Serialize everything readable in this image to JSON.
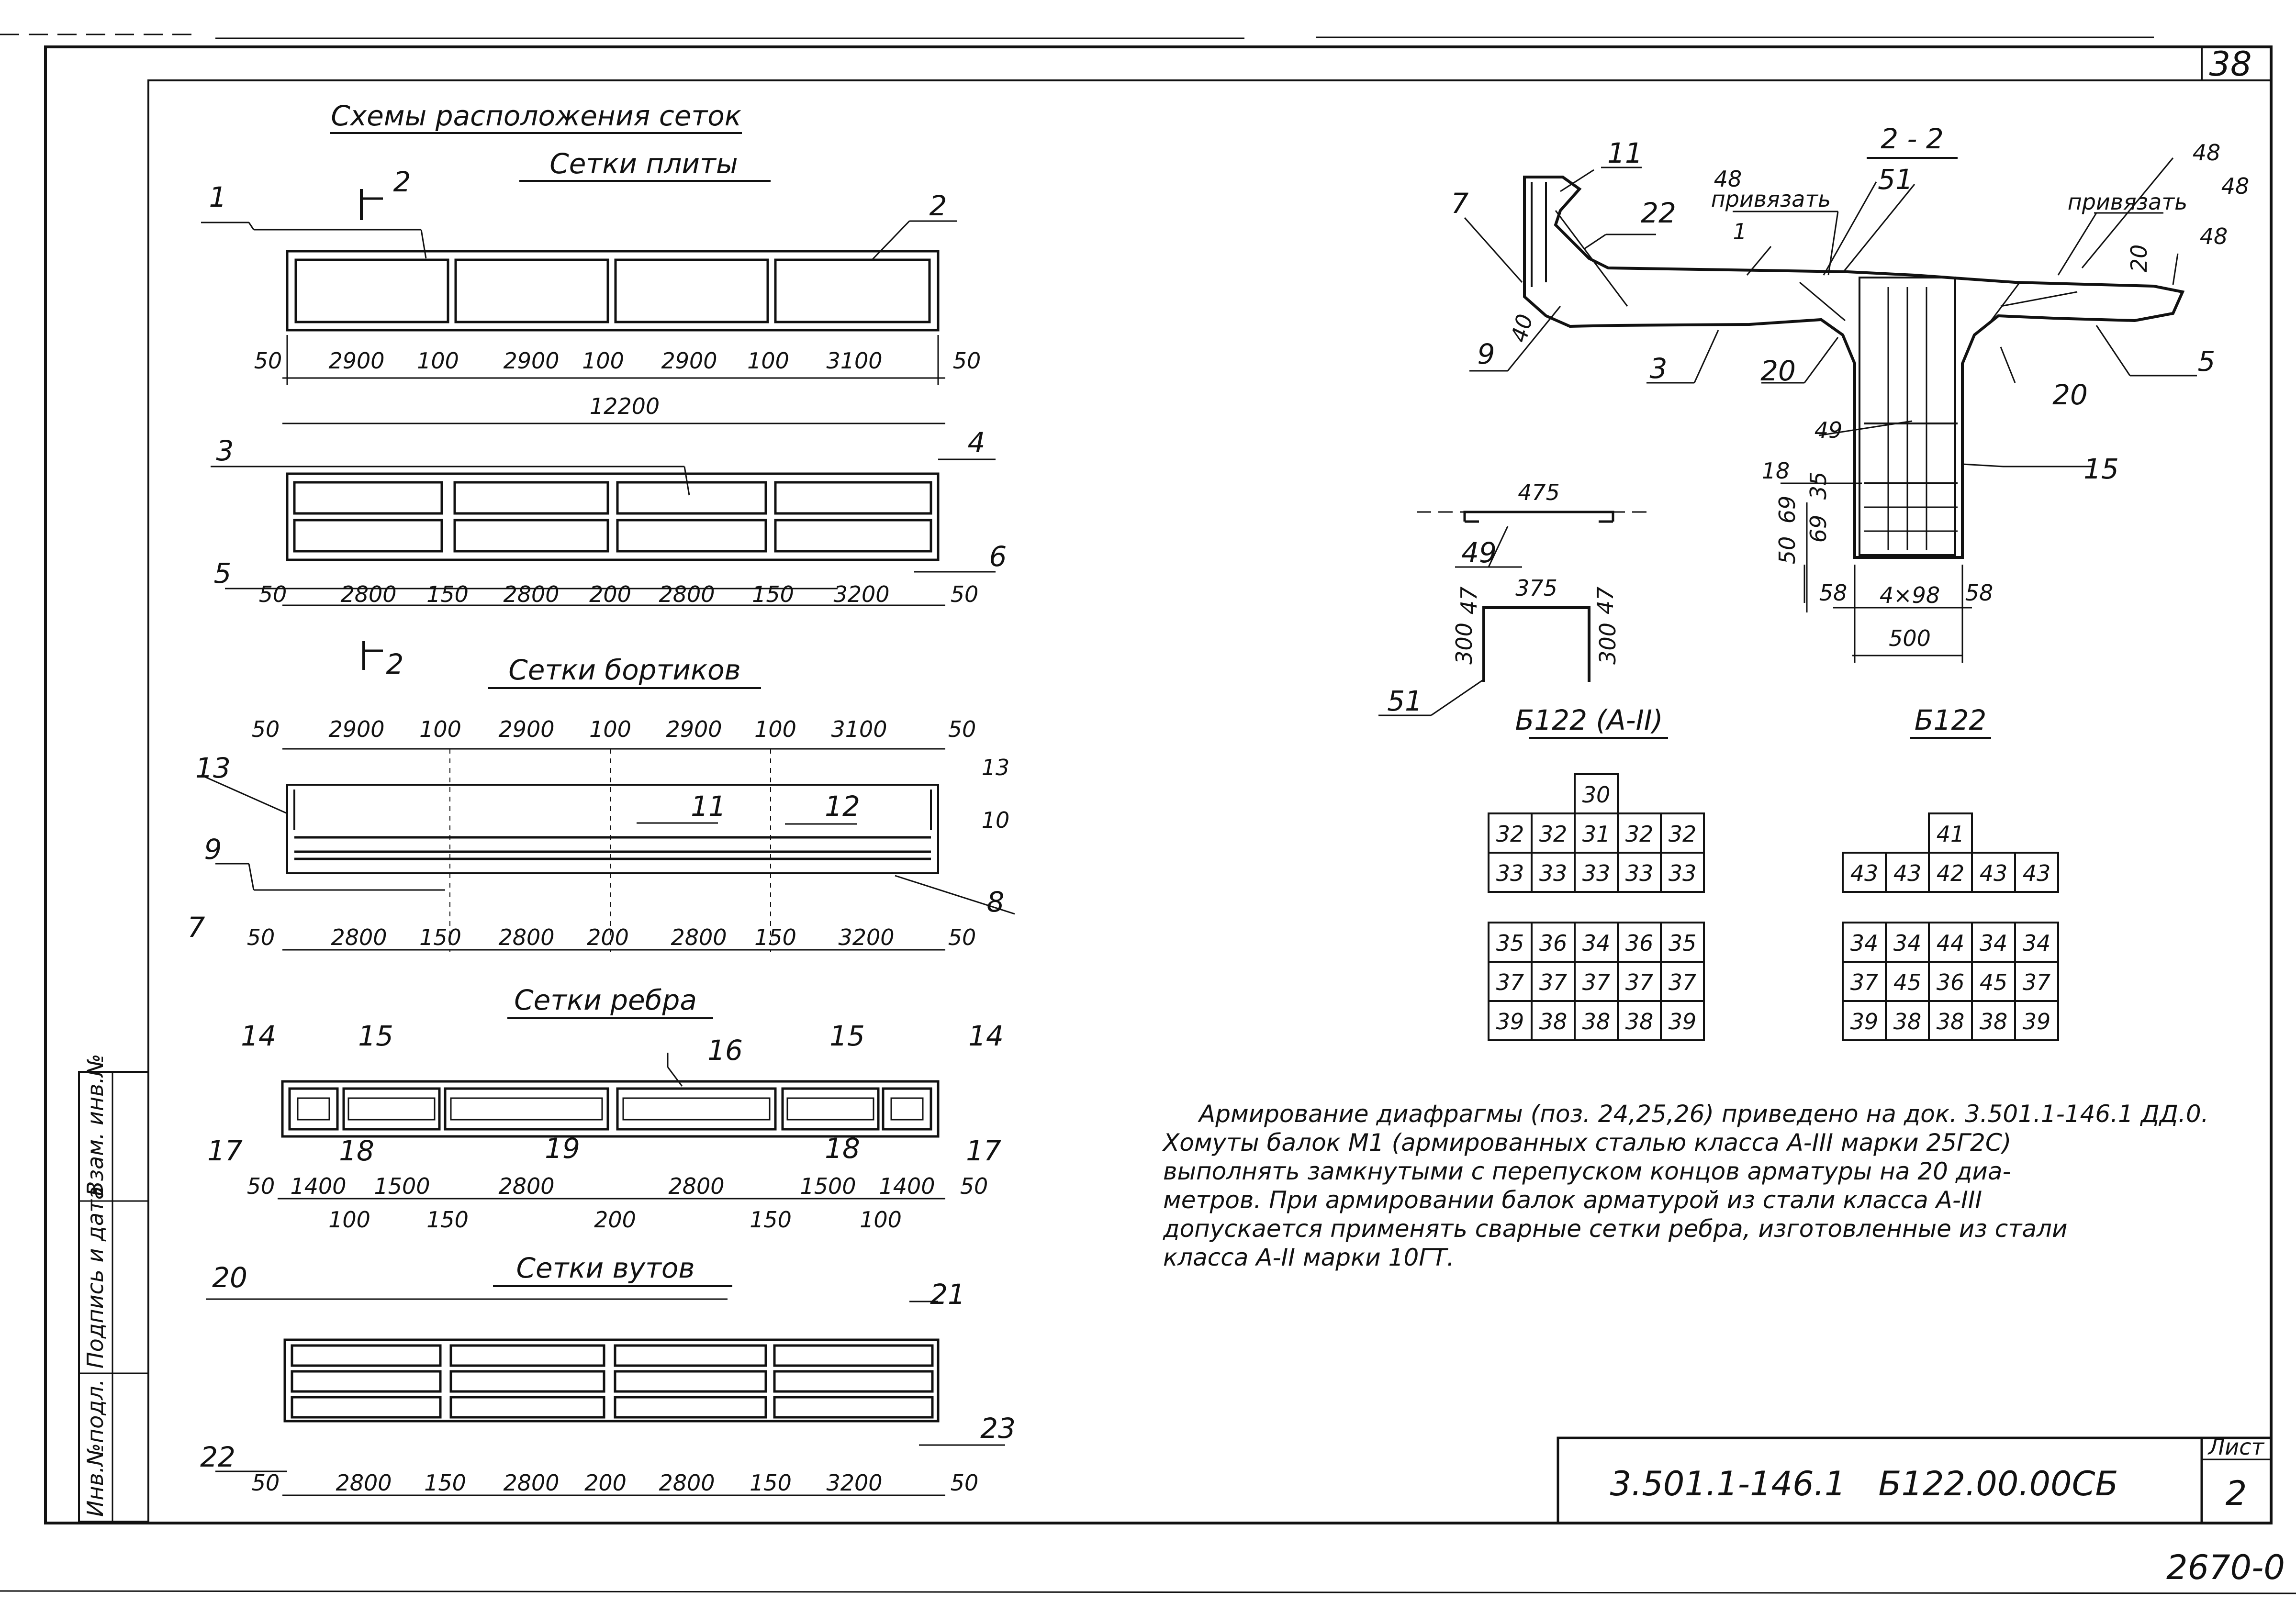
{
  "sheet_number": "38",
  "title_block": {
    "code": "3.501.1-146.1",
    "mark": "Б122.00.00СБ",
    "sheet_label": "Лист",
    "sheet_value": "2"
  },
  "bottom_number": "2670-0",
  "side_stamp": [
    "Инв.№подл.",
    "Подпись и дата",
    "Взам. инв.№"
  ],
  "headings": {
    "main": "Схемы расположения сеток",
    "plate": "Сетки плиты",
    "borders": "Сетки бортиков",
    "rib": "Сетки ребра",
    "haunch": "Сетки вутов"
  },
  "plate_top": {
    "callouts": [
      "1",
      "2"
    ],
    "section_mark": "2",
    "dims": [
      "50",
      "2900",
      "100",
      "2900",
      "100",
      "2900",
      "100",
      "3100",
      "50"
    ],
    "total": "12200"
  },
  "plate_bottom": {
    "callouts": [
      "3",
      "4",
      "5",
      "6"
    ],
    "dims": [
      "50",
      "2800",
      "150",
      "2800",
      "200",
      "2800",
      "150",
      "3200",
      "50"
    ]
  },
  "borders": {
    "callouts": [
      "13",
      "11",
      "12",
      "13",
      "10",
      "9",
      "7",
      "8"
    ],
    "dims_top": [
      "50",
      "2900",
      "100",
      "2900",
      "100",
      "2900",
      "100",
      "3100",
      "50"
    ],
    "dims_bottom": [
      "50",
      "2800",
      "150",
      "2800",
      "200",
      "2800",
      "150",
      "3200",
      "50"
    ]
  },
  "rib": {
    "callouts": [
      "14",
      "15",
      "16",
      "15",
      "14",
      "17",
      "18",
      "19",
      "18",
      "17"
    ],
    "dims_top": [
      "50",
      "1400",
      "1500",
      "2800",
      "2800",
      "1500",
      "1400",
      "50"
    ],
    "dims_bottom": [
      "100",
      "150",
      "200",
      "150",
      "100"
    ]
  },
  "haunch": {
    "callouts": [
      "20",
      "21",
      "22",
      "23"
    ],
    "dims": [
      "50",
      "2800",
      "150",
      "2800",
      "200",
      "2800",
      "150",
      "3200",
      "50"
    ]
  },
  "section": {
    "title": "2 - 2",
    "callouts": [
      "11",
      "7",
      "22",
      "48",
      "1",
      "51",
      "48",
      "48",
      "48",
      "9",
      "40",
      "3",
      "20",
      "20",
      "5",
      "49",
      "18",
      "15",
      "20"
    ],
    "bind_label_left": "привязать",
    "bind_label_right": "привязать",
    "side_dims": [
      "35",
      "69",
      "69",
      "50"
    ],
    "bottom_dims": [
      "58",
      "4×98",
      "58"
    ],
    "width": "500"
  },
  "bar_49": {
    "label": "49",
    "length": "475"
  },
  "bar_51": {
    "label": "51",
    "top": "375",
    "left_top": "47",
    "right_top": "47",
    "left_side": "300",
    "right_side": "300"
  },
  "tables": {
    "left": {
      "title": "Б122 (А-II)",
      "top_cell": "30",
      "grid1": [
        [
          "32",
          "32",
          "31",
          "32",
          "32"
        ],
        [
          "33",
          "33",
          "33",
          "33",
          "33"
        ]
      ],
      "grid2": [
        [
          "35",
          "36",
          "34",
          "36",
          "35"
        ],
        [
          "37",
          "37",
          "37",
          "37",
          "37"
        ],
        [
          "39",
          "38",
          "38",
          "38",
          "39"
        ]
      ]
    },
    "right": {
      "title": "Б122",
      "top_cell": "41",
      "grid1": [
        [
          "43",
          "43",
          "42",
          "43",
          "43"
        ]
      ],
      "grid2": [
        [
          "34",
          "34",
          "44",
          "34",
          "34"
        ],
        [
          "37",
          "45",
          "36",
          "45",
          "37"
        ],
        [
          "39",
          "38",
          "38",
          "38",
          "39"
        ]
      ]
    }
  },
  "notes": [
    "Армирование диафрагмы (поз. 24,25,26) приведено на док. 3.501.1-146.1 ДД.0.",
    "Хомуты балок М1 (армированных сталью класса А-III марки 25Г2С)",
    "выполнять замкнутыми с перепуском концов арматуры на 20 диа-",
    "метров. При армировании балок арматурой из стали класса А-III",
    "допускается применять сварные сетки ребра, изготовленные из стали",
    "класса А-II марки 10ГТ."
  ]
}
